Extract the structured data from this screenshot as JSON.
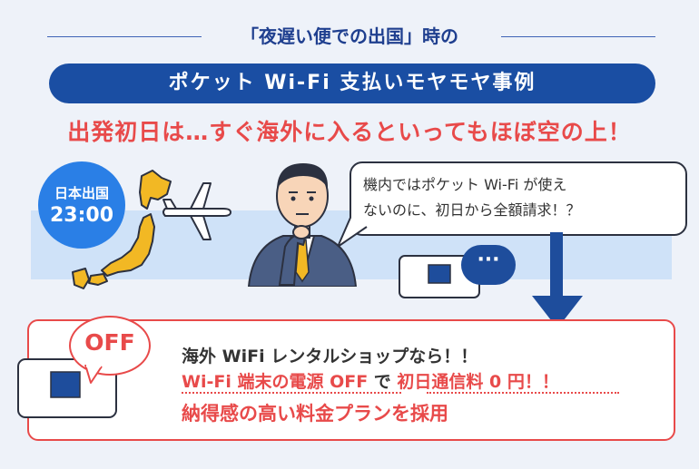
{
  "header": {
    "title": "「夜遅い便での出国」時の"
  },
  "banner": {
    "text": "ポケット Wi-Fi 支払いモヤモヤ事例"
  },
  "subheading": {
    "text": "出発初日は…すぐ海外に入るといってもほぼ空の上！"
  },
  "badge": {
    "line1": "日本出国",
    "line2": "23:00"
  },
  "speech": {
    "line1": "機内ではポケット Wi-Fi が使え",
    "line2": "ないのに、初日から全額請求！？"
  },
  "device_bubble": {
    "text": "···"
  },
  "off_bubble": {
    "text": "OFF"
  },
  "solution": {
    "line1": "海外 WiFi レンタルショップなら！！",
    "line2_red": "Wi-Fi 端末の電源 OFF",
    "line2_mid": " で ",
    "line2_red2": "初日通信料 0 円！！",
    "line3": "納得感の高い料金プランを採用"
  },
  "colors": {
    "navy": "#1a4ea3",
    "accent_red": "#e84a4a",
    "badge_blue": "#2a7fe6",
    "band": "#cfe2f8"
  }
}
